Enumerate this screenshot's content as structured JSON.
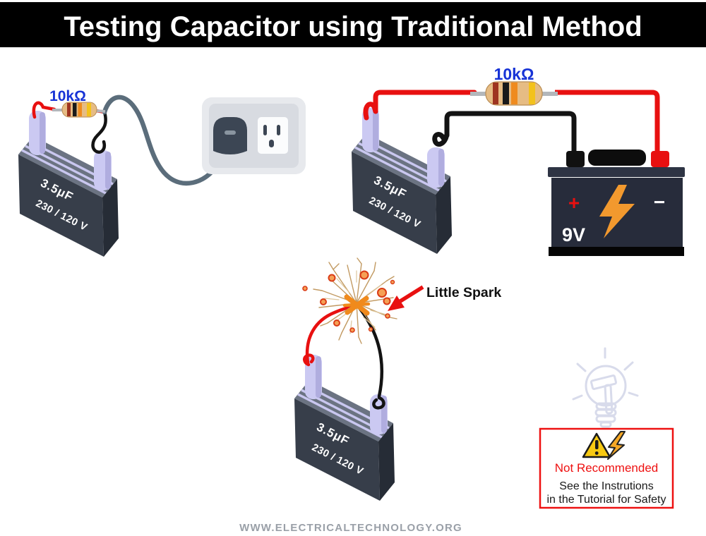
{
  "banner": {
    "title": "Testing Capacitor using Traditional Method"
  },
  "sections": {
    "mains_test": {
      "resistor_label": "10kΩ",
      "capacitor": {
        "capacitance": "3.5μF",
        "voltage_rating": "230 / 120 V"
      }
    },
    "battery_test": {
      "resistor_label": "10kΩ",
      "battery": {
        "voltage": "9V",
        "positive": "+",
        "negative": "−"
      },
      "capacitor": {
        "capacitance": "3.5μF",
        "voltage_rating": "230 / 120 V"
      }
    },
    "discharge_test": {
      "annotation": "Little Spark",
      "capacitor": {
        "capacitance": "3.5μF",
        "voltage_rating": "230 / 120 V"
      }
    }
  },
  "warning_box": {
    "heading": "Not Recommended",
    "line1": "See the Instrutions",
    "line2": "in the Tutorial for Safety"
  },
  "footer": {
    "website": "WWW.ELECTRICALTECHNOLOGY.ORG"
  },
  "colors": {
    "banner_bg": "#000000",
    "title_text": "#ffffff",
    "label_blue": "#1733d6",
    "wire_red": "#e81010",
    "wire_black": "#131313",
    "cord_gray": "#5b6d7b",
    "capacitor_front": "#373e4a",
    "capacitor_side": "#262c36",
    "capacitor_top": "#6b7382",
    "terminal_lavender": "#cbc9f2",
    "battery_body": "#272c3b",
    "bolt_orange": "#f2992e",
    "warning_red": "#ee1111",
    "footer_gray": "#9aa0a8"
  }
}
